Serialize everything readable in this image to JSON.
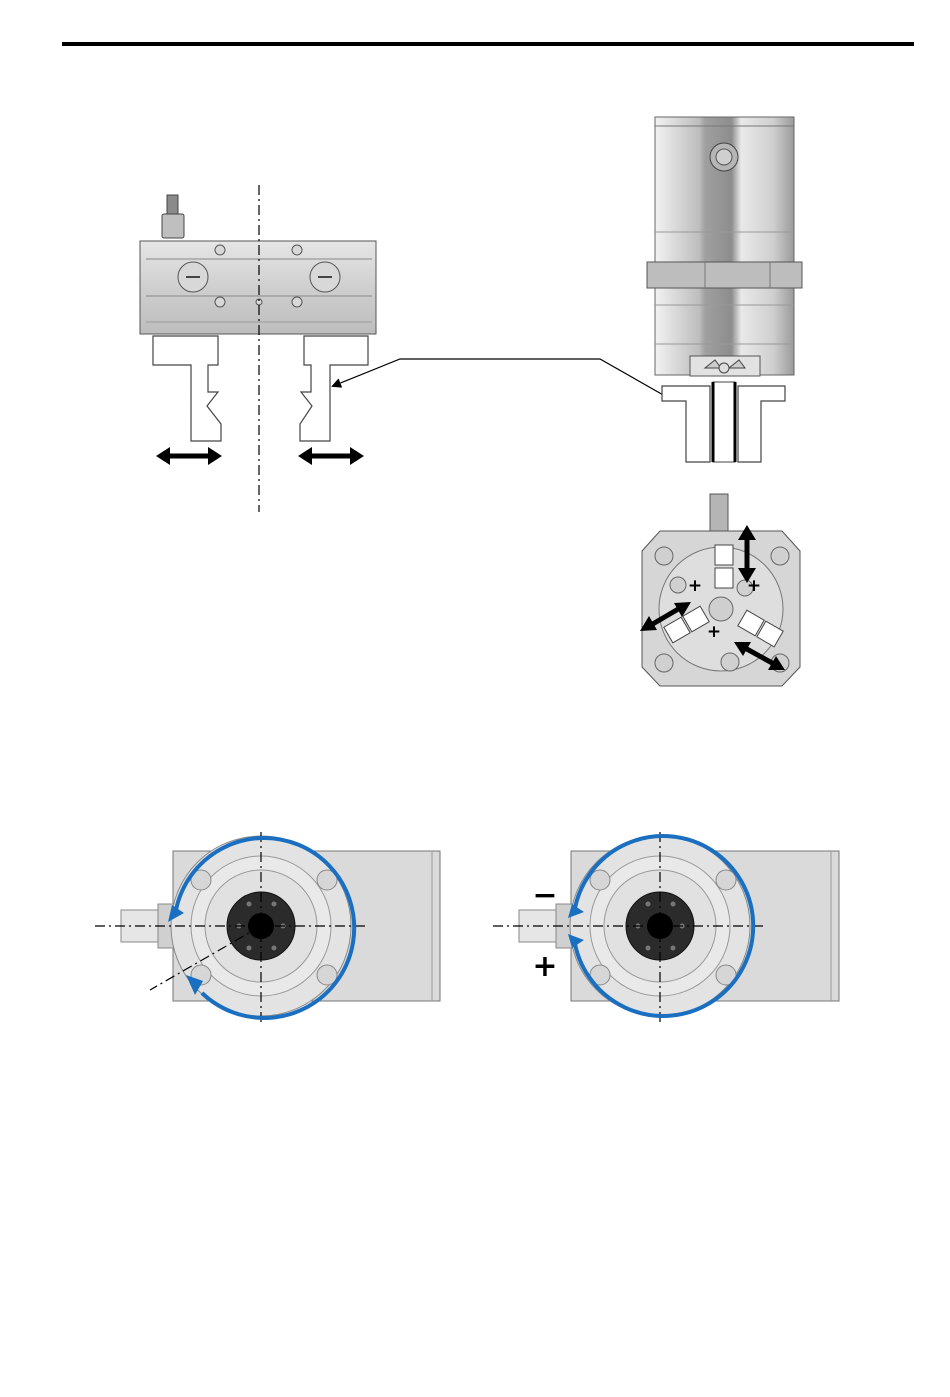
{
  "colors": {
    "rotation_arrow": "#1a6fc0",
    "rule": "#000000",
    "body_gray": "#dcdcdc",
    "steel_light": "#e8e8e8",
    "steel_mid": "#b8b8b8",
    "steel_dark": "#8a8a8a",
    "hub_dark": "#2b2b2b"
  },
  "icons": {
    "jaw_motion": "double-headed-arrow",
    "rotation": "circular-arrow",
    "jaw_mark": "plus-sign"
  },
  "rotary_right": {
    "minus_label": "−",
    "plus_label": "+"
  },
  "three_jaw_top": {
    "jaw_marks": [
      "+",
      "+",
      "+"
    ]
  }
}
